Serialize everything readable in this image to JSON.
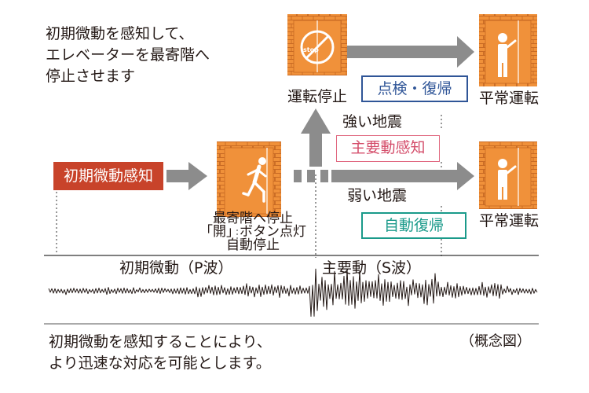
{
  "intro_lines": [
    "初期微動を感知して、",
    "エレベーターを最寄階へ",
    "停止させます"
  ],
  "footer_lines": [
    "初期微動を感知することにより、",
    "より迅速な対応を可能とします。"
  ],
  "diagram": {
    "detect_label": "初期微動感知",
    "stop_sign_text": "stop",
    "stop_label": "運転停止",
    "normal_label_top": "平常運転",
    "normal_label_bottom": "平常運転",
    "strong_quake": "強い地震",
    "weak_quake": "弱い地震",
    "badge_inspect": "点検・復帰",
    "badge_main_motion": "主要動感知",
    "badge_auto": "自動復帰",
    "nearest_floor_lines": [
      "最寄階へ停止",
      "「開」ボタン点灯",
      "自動停止"
    ],
    "wave_p_label": "初期微動（P波）",
    "wave_s_label": "主要動（S波）",
    "caption": "（概念図）"
  },
  "colors": {
    "elevator_orange": "#f0913a",
    "elevator_dark": "#d9732a",
    "arrow_gray": "#8c8c8c",
    "detect_red": "#c8432a",
    "badge_blue": "#2f5597",
    "badge_pink": "#d44d6a",
    "badge_green": "#1a9a8a"
  },
  "icons": [
    "stop-sign-icon",
    "running-person-icon",
    "standing-person-icon",
    "arrow-icon"
  ]
}
